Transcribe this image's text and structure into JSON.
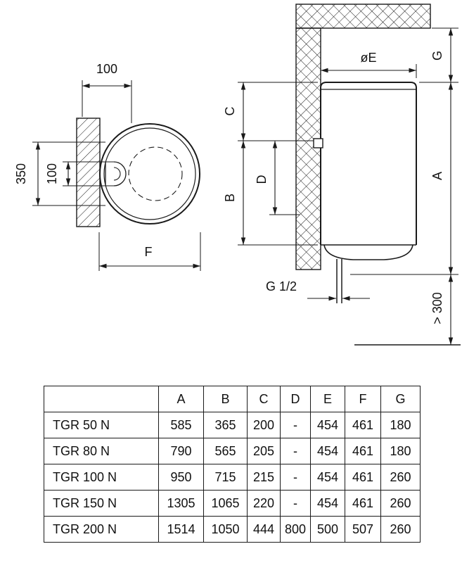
{
  "style": {
    "ink": "#1a1a1a",
    "background": "#ffffff"
  },
  "views": {
    "top_view": {
      "dim_wall_offset": "100",
      "dim_anchor_height": "350",
      "dim_slot_spacing": "100",
      "dim_diameter": "F"
    },
    "side_view": {
      "dim_diameter": "øE",
      "dim_g": "G",
      "dim_a": "A",
      "dim_b": "B",
      "dim_c": "C",
      "dim_d": "D",
      "pipe_thread": "G 1/2",
      "dim_clearance": "> 300"
    }
  },
  "table": {
    "columns": [
      "A",
      "B",
      "C",
      "D",
      "E",
      "F",
      "G"
    ],
    "rows": [
      {
        "model": "TGR 50 N",
        "values": [
          "585",
          "365",
          "200",
          "-",
          "454",
          "461",
          "180"
        ]
      },
      {
        "model": "TGR 80 N",
        "values": [
          "790",
          "565",
          "205",
          "-",
          "454",
          "461",
          "180"
        ]
      },
      {
        "model": "TGR 100 N",
        "values": [
          "950",
          "715",
          "215",
          "-",
          "454",
          "461",
          "260"
        ]
      },
      {
        "model": "TGR 150 N",
        "values": [
          "1305",
          "1065",
          "220",
          "-",
          "454",
          "461",
          "260"
        ]
      },
      {
        "model": "TGR 200 N",
        "values": [
          "1514",
          "1050",
          "444",
          "800",
          "500",
          "507",
          "260"
        ]
      }
    ]
  }
}
